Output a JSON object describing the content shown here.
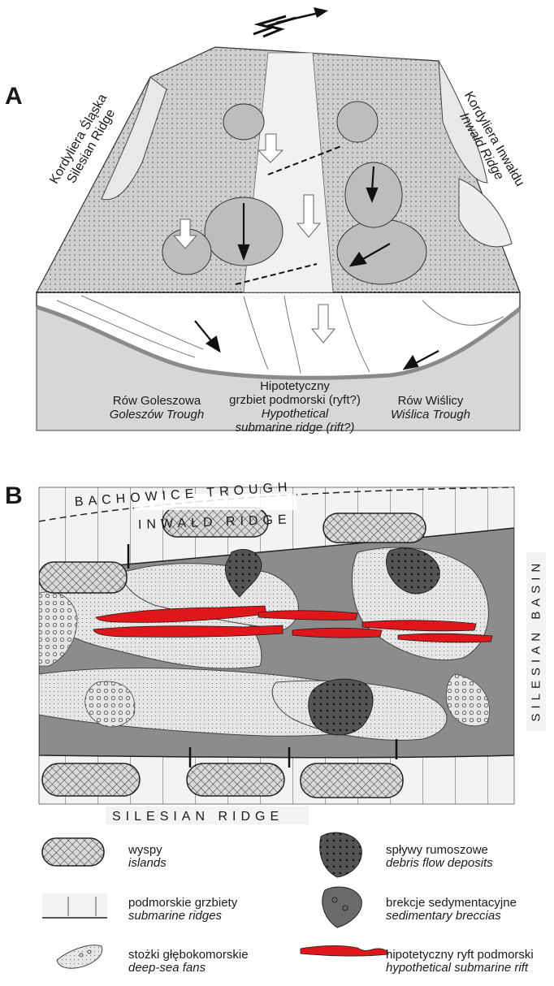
{
  "panel_a": {
    "letter": "A",
    "left_ridge": {
      "pl": "Kordyliera Śląska",
      "en": "Silesian Ridge"
    },
    "right_ridge": {
      "pl": "Kordyliera Inwałdu",
      "en": "Inwałd Ridge"
    },
    "goleszow": {
      "pl": "Rów Goleszowa",
      "en": "Goleszów Trough"
    },
    "ridge_mid": {
      "pl1": "Hipotetyczny",
      "pl2": "grzbiet podmorski (ryft?)",
      "en1": "Hypothetical",
      "en2": "submarine ridge (rift?)"
    },
    "wislica": {
      "pl": "Rów Wiślicy",
      "en": "Wiślica Trough"
    }
  },
  "panel_b": {
    "letter": "B",
    "bachowice": "BACHOWICE TROUGH",
    "inwald": "INWAŁD RIDGE",
    "silesian_basin": "SILESIAN BASIN",
    "silesian_ridge": "SILESIAN RIDGE"
  },
  "legend": [
    {
      "pl": "wyspy",
      "en": "islands"
    },
    {
      "pl": "spływy rumoszowe",
      "en": "debris flow deposits"
    },
    {
      "pl": "podmorskie grzbiety",
      "en": "submarine ridges"
    },
    {
      "pl": "brekcje sedymentacyjne",
      "en": "sedimentary breccias"
    },
    {
      "pl": "stożki głębokomorskie",
      "en": "deep-sea fans"
    },
    {
      "pl": "hipotetyczny ryft podmorski",
      "en": "hypothetical submarine rift"
    }
  ],
  "colors": {
    "rift": "#e0161b",
    "basin": "#8c8c8c",
    "fan": "#e2e2e2",
    "ridge_fill": "#f3f3f3"
  }
}
